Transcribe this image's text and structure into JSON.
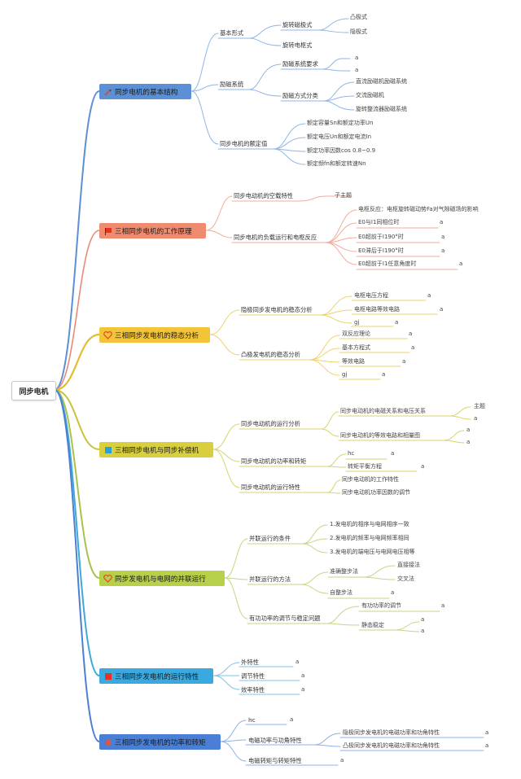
{
  "root": {
    "label": "同步电机"
  },
  "colors": {
    "blue": "#5b8fd6",
    "salmon": "#e88a74",
    "yellow": "#e4bd2f",
    "olive": "#c9c23a",
    "green": "#a9c24c",
    "cyan": "#3ea9d8",
    "royal": "#4b7fd6"
  },
  "branches": [
    {
      "label": "同步电机的基本结构",
      "icon": "tools-icon"
    },
    {
      "label": "三相同步电机的工作原理",
      "icon": "flag-icon"
    },
    {
      "label": "三相同步发电机的稳态分析",
      "icon": "heart-icon"
    },
    {
      "label": "三相同步电机与同步补偿机",
      "icon": "square-icon"
    },
    {
      "label": "同步发电机与电网的并联运行",
      "icon": "heart-icon"
    },
    {
      "label": "三相同步发电机的运行特性",
      "icon": "square-icon"
    },
    {
      "label": "三相同步发电机的功率和转矩",
      "icon": "fire-icon"
    }
  ],
  "b1": {
    "n1": "基本形式",
    "n1a": "旋转磁极式",
    "n1a1": "凸极式",
    "n1a2": "隐极式",
    "n1b": "旋转电枢式",
    "n2": "励磁系统",
    "n2a": "励磁系统要求",
    "n2a1": "a",
    "n2a2": "a",
    "n2b": "励磁方式分类",
    "n2b1": "直流励磁机励磁系统",
    "n2b2": "交流励磁机",
    "n2b3": "旋转整流器励磁系统",
    "n3": "同步电机的额定值",
    "n3a": "额定容量Sn和额定功率Un",
    "n3b": "额定电压Un和额定电流In",
    "n3c": "额定功率因数cos 0.8~0.9",
    "n3d": "额定频fn和额定转速Nn"
  },
  "b2": {
    "n1": "同步电动机的空载特性",
    "n1a": "子主题",
    "n2": "同步电机的负载运行和电枢反应",
    "n2a": "电枢反应：电枢旋转磁动势Fa对气隙磁场的影响",
    "n2b": "E0与I1同相位时",
    "n2b1": "a",
    "n2c": "E0超前于I190°时",
    "n2c1": "a",
    "n2d": "E0滞后于I190°时",
    "n2d1": "a",
    "n2e": "E0超前于I1任意角度时",
    "n2e1": "a"
  },
  "b3": {
    "n1": "隐极同步发电机的稳态分析",
    "n1a": "电枢电压方程",
    "n1a1": "a",
    "n1b": "电枢电路等效电路",
    "n1b1": "a",
    "n1c": "gj",
    "n1c1": "a",
    "n2": "凸极发电机的稳态分析",
    "n2a": "双反应理论",
    "n2a1": "a",
    "n2b": "基本方程式",
    "n2b1": "a",
    "n2c": "等效电路",
    "n2c1": "a",
    "n2d": "gj",
    "n2d1": "a"
  },
  "b4": {
    "n1": "同步电动机的运行分析",
    "n1a": "同步电动机的电磁关系和电压关系",
    "n1a1": "主题",
    "n1a2": "a",
    "n1b": "同步电动机的等效电路和相量图",
    "n1b1": "a",
    "n1b2": "a",
    "n2": "同步电动机的功率和转矩",
    "n2a": "hc",
    "n2a1": "a",
    "n2b": "转矩平衡方程",
    "n2b1": "a",
    "n3": "同步电动机的运行特性",
    "n3a": "同步电动机的工作特性",
    "n3b": "同步电动机功率因数的调节"
  },
  "b5": {
    "n1": "并联运行的条件",
    "n1a": "1.发电机的相序与电网相序一致",
    "n1b": "2.发电机的频率与电网频率相同",
    "n1c": "3.发电机的端电压与电网电压相等",
    "n2": "并联运行的方法",
    "n2a": "准确整步法",
    "n2a1": "直接接法",
    "n2a2": "交叉法",
    "n2b": "自整步法",
    "n2b1": "a",
    "n3": "有功功率的调节与稳定问题",
    "n3a": "有功功率的调节",
    "n3a1": "a",
    "n3b": "静态稳定",
    "n3b1": "a",
    "n3b2": "a"
  },
  "b6": {
    "n1": "外特性",
    "n1a": "a",
    "n2": "调节特性",
    "n2a": "a",
    "n3": "效率特性",
    "n3a": "a"
  },
  "b7": {
    "n1": "hc",
    "n1a": "a",
    "n2": "电磁功率与功角特性",
    "n2a": "隐极同步发电机的电磁功率和功角特性",
    "n2a1": "a",
    "n2b": "凸极同步发电机的电磁功率和功角特性",
    "n2b1": "a",
    "n3": "电磁转矩与转矩特性",
    "n3a": "a"
  }
}
